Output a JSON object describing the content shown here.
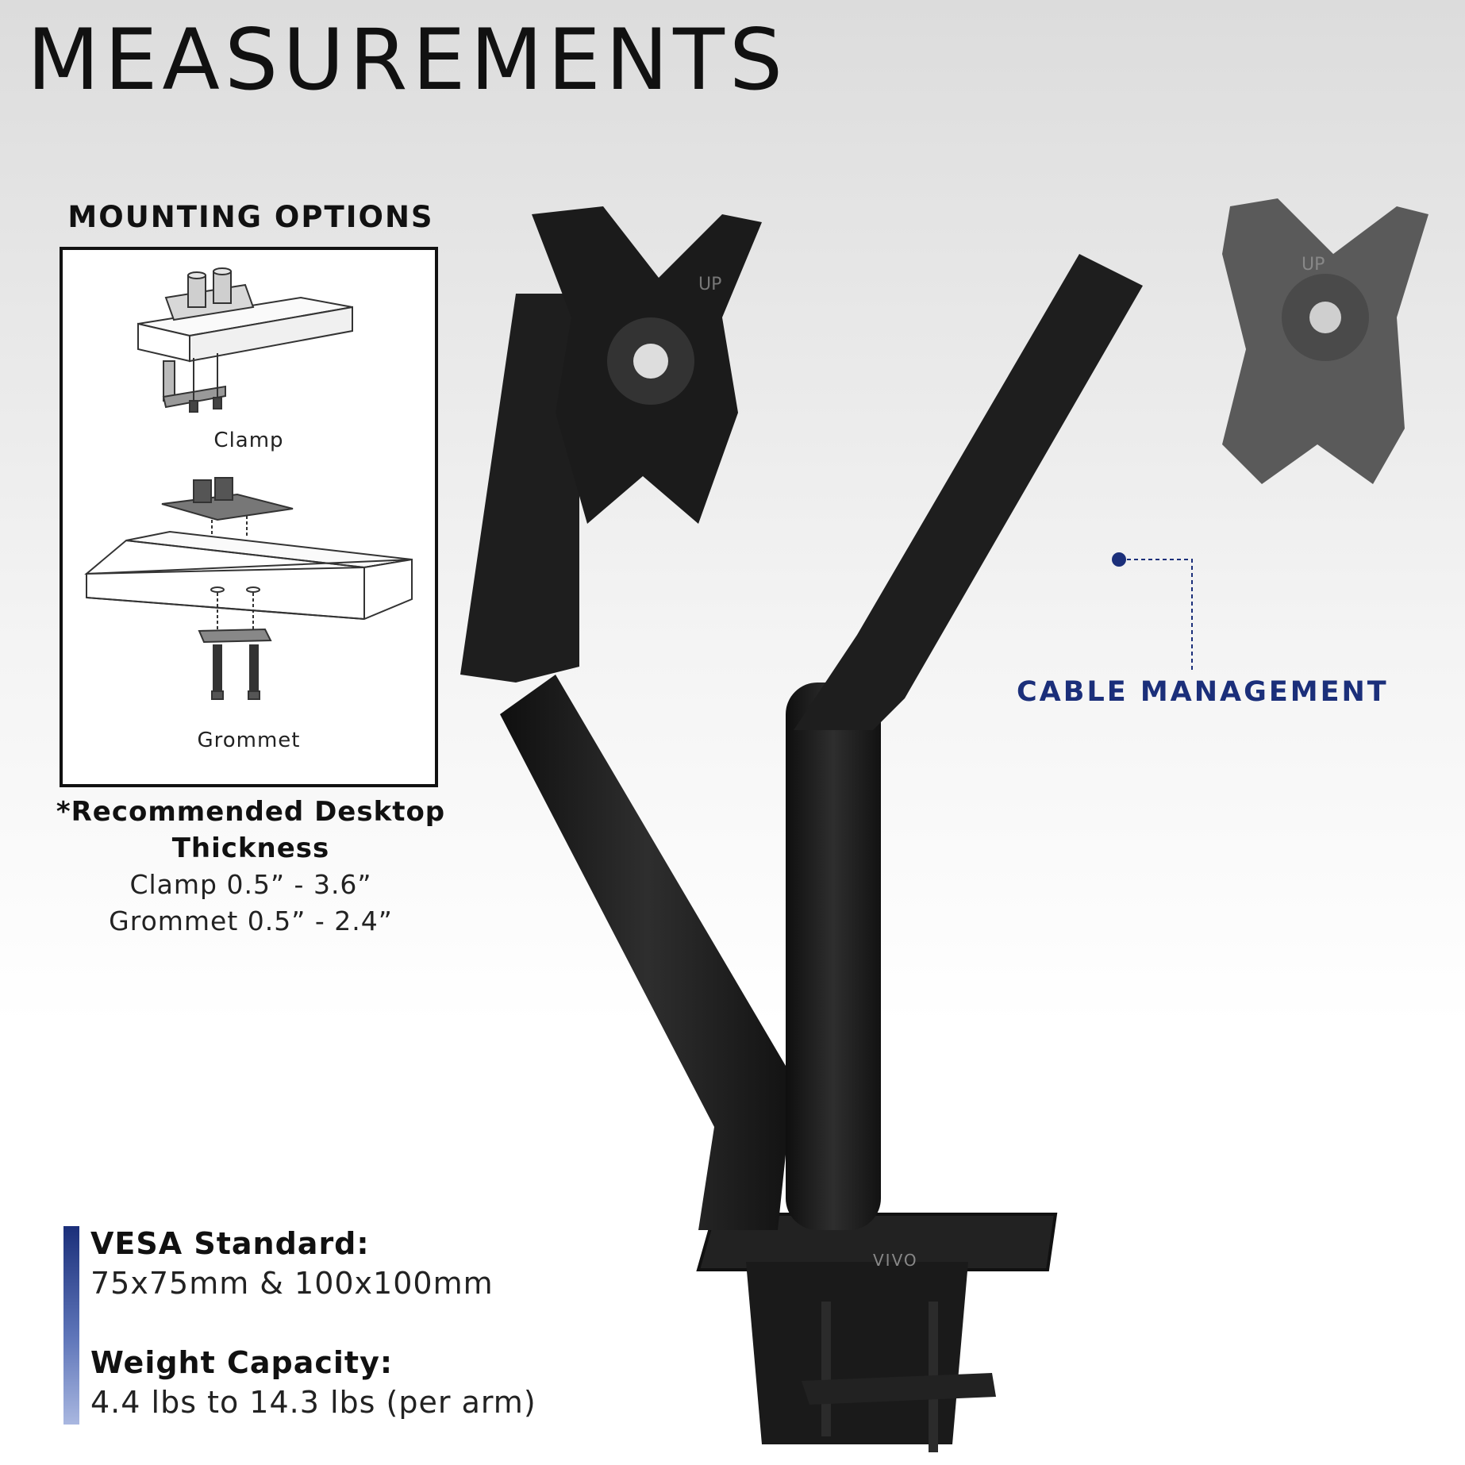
{
  "title": "MEASUREMENTS",
  "mounting": {
    "heading": "MOUNTING OPTIONS",
    "options": [
      "Clamp",
      "Grommet"
    ]
  },
  "recommendation": {
    "title_line1": "*Recommended Desktop",
    "title_line2": "Thickness",
    "lines": [
      "Clamp 0.5” - 3.6”",
      "Grommet 0.5” - 2.4”"
    ]
  },
  "callout": {
    "label": "CABLE MANAGEMENT",
    "color": "#1b2f7a"
  },
  "specs": [
    {
      "key": "VESA Standard:",
      "value": "75x75mm & 100x100mm"
    },
    {
      "key": "Weight Capacity:",
      "value": "4.4 lbs to 14.3 lbs (per arm)"
    }
  ],
  "product": {
    "plate_markings": [
      "UP"
    ],
    "brand": "VIVO"
  },
  "colors": {
    "accent": "#1b2f7a",
    "arm": "#1c1c1c"
  }
}
